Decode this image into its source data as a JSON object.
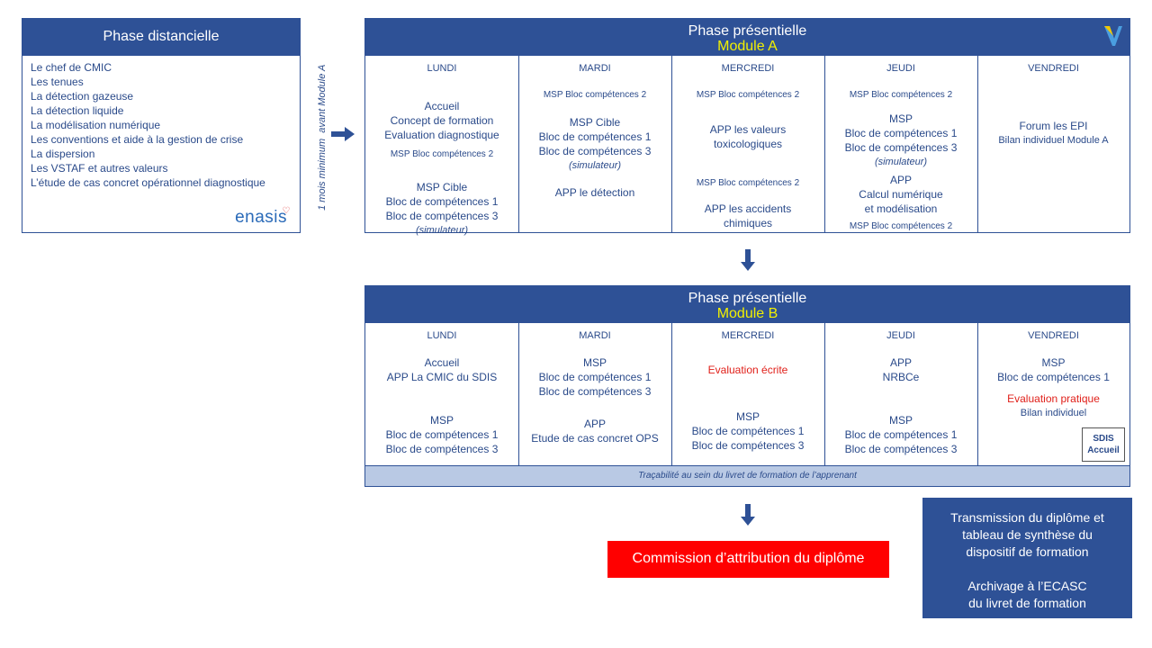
{
  "distanciel": {
    "title": "Phase distancielle",
    "items": [
      "Le chef de CMIC",
      "Les tenues",
      "La détection gazeuse",
      "La détection liquide",
      "La modélisation numérique",
      "Les conventions et aide à la gestion de crise",
      "La dispersion",
      "Les VSTAF et autres valeurs",
      "L’étude de cas concret opérationnel diagnostique"
    ],
    "logo": "enasis"
  },
  "vertical_note": "1 mois minimum  avant Module A",
  "moduleA": {
    "title": "Phase présentielle",
    "subtitle": "Module A",
    "days": {
      "lundi": {
        "name": "LUNDI",
        "l1": "Accueil",
        "l2": "Concept de formation",
        "l3": "Evaluation diagnostique",
        "l4": "MSP Bloc compétences 2",
        "l5": "MSP Cible",
        "l6": "Bloc de compétences 1",
        "l7": "Bloc de compétences 3",
        "l8": "(simulateur)"
      },
      "mardi": {
        "name": "MARDI",
        "l1": "MSP Bloc compétences 2",
        "l2": "MSP Cible",
        "l3": "Bloc de compétences 1",
        "l4": "Bloc de compétences 3",
        "l5": "(simulateur)",
        "l6": "APP le détection"
      },
      "mercredi": {
        "name": "MERCREDI",
        "l1": "MSP Bloc compétences 2",
        "l2": "APP les valeurs",
        "l3": "toxicologiques",
        "l4": "MSP Bloc compétences 2",
        "l5": "APP les accidents",
        "l6": "chimiques"
      },
      "jeudi": {
        "name": "JEUDI",
        "l1": "MSP Bloc compétences 2",
        "l2": "MSP",
        "l3": "Bloc de compétences 1",
        "l4": "Bloc de compétences 3",
        "l5": "(simulateur)",
        "l6": "APP",
        "l7": "Calcul numérique",
        "l8": "et modélisation",
        "l9": "MSP Bloc compétences 2"
      },
      "vendredi": {
        "name": "VENDREDI",
        "l1": "Forum les EPI",
        "l2": "Bilan individuel Module A"
      }
    }
  },
  "moduleB": {
    "title": "Phase présentielle",
    "subtitle": "Module B",
    "days": {
      "lundi": {
        "name": "LUNDI",
        "l1": "Accueil",
        "l2": "APP La CMIC du SDIS",
        "l3": "MSP",
        "l4": "Bloc de compétences 1",
        "l5": "Bloc de compétences 3"
      },
      "mardi": {
        "name": "MARDI",
        "l1": "MSP",
        "l2": "Bloc de compétences 1",
        "l3": "Bloc de compétences 3",
        "l4": "APP",
        "l5": "Etude de cas concret OPS"
      },
      "mercredi": {
        "name": "MERCREDI",
        "l1": "Evaluation écrite",
        "l2": "MSP",
        "l3": "Bloc de compétences 1",
        "l4": "Bloc de compétences 3"
      },
      "jeudi": {
        "name": "JEUDI",
        "l1": "APP",
        "l2": "NRBCe",
        "l3": "MSP",
        "l4": "Bloc de compétences 1",
        "l5": "Bloc de compétences 3"
      },
      "vendredi": {
        "name": "VENDREDI",
        "l1": "MSP",
        "l2": "Bloc de compétences 1",
        "l3": "Evaluation pratique",
        "l4": "Bilan individuel",
        "badge1": "SDIS",
        "badge2": "Accueil"
      }
    },
    "footer": "Traçabilité au sein du livret de formation de l’apprenant"
  },
  "commission": "Commission d’attribution du diplôme",
  "transmission": {
    "l1": "Transmission du diplôme et",
    "l2": "tableau de synthèse du",
    "l3": "dispositif de formation",
    "l4": "Archivage à l’ECASC",
    "l5": "du livret de formation"
  },
  "colors": {
    "header_blue": "#2e5196",
    "text_blue": "#2a4a8a",
    "module_yellow": "#f2f000",
    "alert_red": "#e0201a",
    "commission_red": "#ff0000",
    "footer_band": "#b9c9e4"
  }
}
